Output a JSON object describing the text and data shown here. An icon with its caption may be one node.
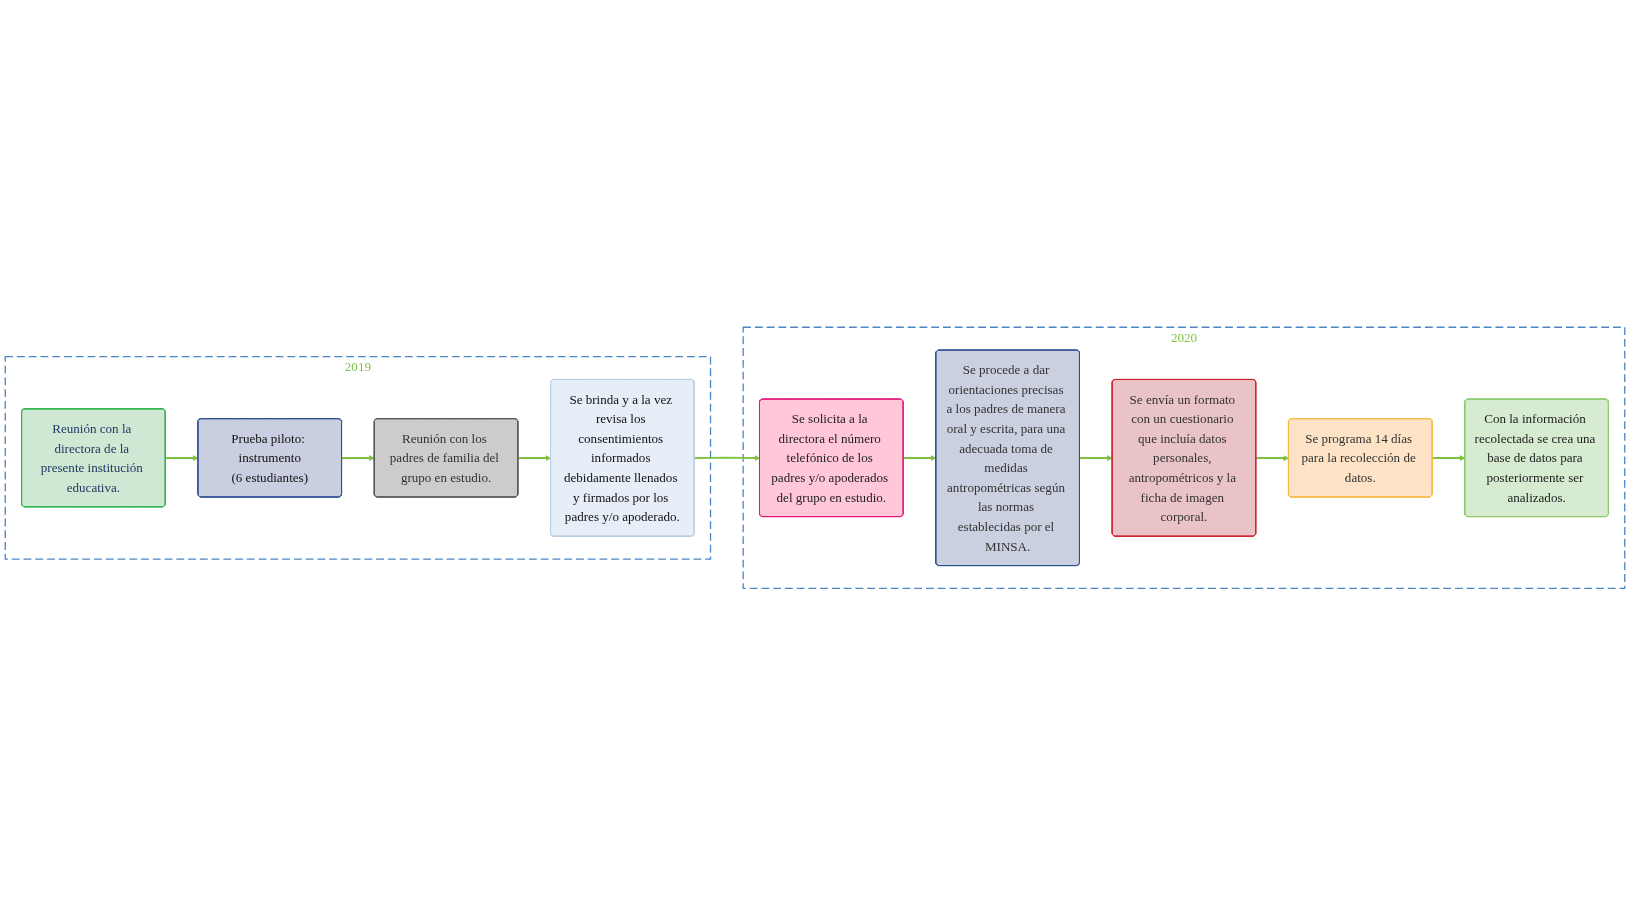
{
  "diagram": {
    "nodes": [
      {
        "text": [
          "2019"
        ]
      },
      {
        "text": [
          "Reunión con la directora de la presente institución educativa."
        ],
        "in": 0
      },
      {
        "text": [
          "Prueba piloto: instrumento",
          "(6 estudiantes)"
        ],
        "in": 0
      },
      {
        "text": [
          "Reunión con los padres de familia del grupo en estudio."
        ],
        "in": 0
      },
      {
        "text": [
          "Se brinda y a la vez revisa los consentimientos informados debidamente llenados y firmados por los padres y/o apoderado."
        ],
        "in": 0
      },
      {
        "text": [
          "2020"
        ]
      },
      {
        "text": [
          "Se solicita a la directora el número telefónico de los padres y/o apoderados del grupo en estudio."
        ],
        "in": 5
      },
      {
        "text": [
          "Se procede a dar orientaciones precisas a los padres de manera oral y escrita, para una adecuada toma de medidas antropométricas según las normas establecidas por el MINSA."
        ],
        "in": 5
      },
      {
        "text": [
          "Se envía un formato con un cuestionario que incluía datos personales, antropométricos y la ficha de imagen corporal."
        ],
        "in": 5
      },
      {
        "text": [
          "Se programa 14 días para la recolección de datos."
        ],
        "in": 5
      },
      {
        "text": [
          "Con la información recolectada se crea una base de datos para posteriormente ser analizados."
        ],
        "in": 5
      }
    ],
    "edges": [
      {
        "from": 1,
        "to": 2,
        "arrow": "to"
      },
      {
        "from": 2,
        "to": 3,
        "arrow": "to"
      },
      {
        "from": 3,
        "to": 4,
        "arrow": "to"
      },
      {
        "from": 4,
        "to": 6,
        "arrow": "to"
      },
      {
        "from": 6,
        "to": 7,
        "arrow": "to"
      },
      {
        "from": 7,
        "to": 8,
        "arrow": "to"
      },
      {
        "from": 8,
        "to": 9,
        "arrow": "to"
      },
      {
        "from": 9,
        "to": 10,
        "arrow": "to"
      }
    ]
  }
}
